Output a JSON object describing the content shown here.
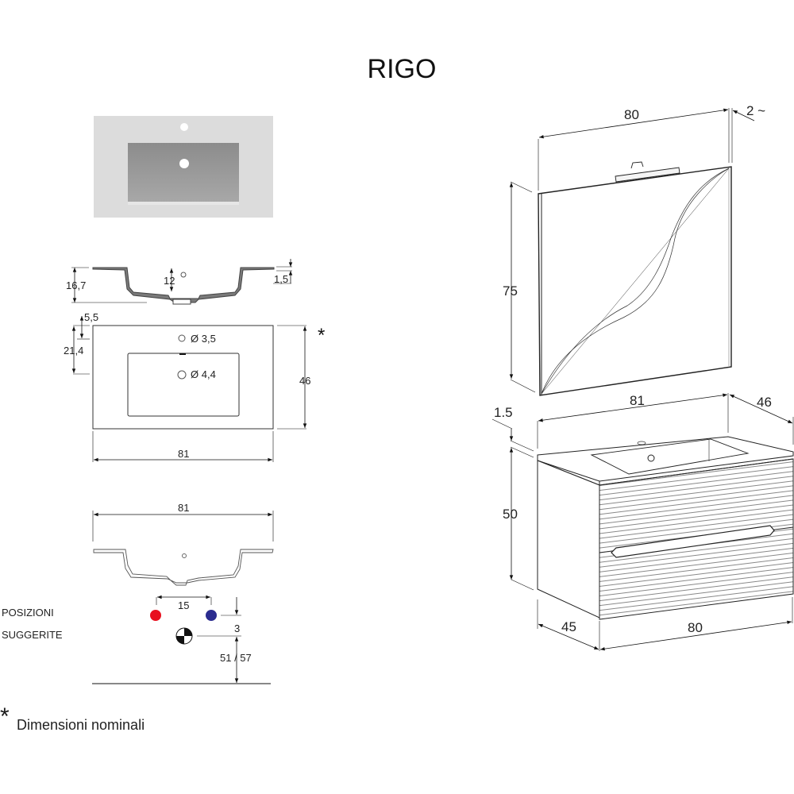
{
  "title": "RIGO",
  "basin_plan": {
    "overall_width": "81",
    "overall_depth": "46",
    "tap_hole_offset": "5,5",
    "drain_offset": "21,4",
    "tap_hole_diameter": "Ø 3,5",
    "drain_diameter": "Ø 4,4",
    "nominal_marker": "*"
  },
  "basin_section": {
    "total_height": "16,7",
    "bowl_depth": "12",
    "rim_thickness": "1,5"
  },
  "basin_front": {
    "width": "81",
    "tap_spacing": "15",
    "offset_small": "3",
    "height_to_floor": "51 / 57",
    "positions_label_line1": "POSIZIONI",
    "positions_label_line2": "SUGGERITE",
    "hot_color": "#e8101e",
    "cold_color": "#2b2c8f"
  },
  "mirror": {
    "width": "80",
    "height": "75",
    "depth": "2 ~"
  },
  "cabinet": {
    "top_width": "81",
    "top_depth": "46",
    "top_thickness": "1.5",
    "height": "50",
    "depth": "45",
    "width": "80"
  },
  "footnote": {
    "marker": "*",
    "text": "Dimensioni nominali"
  }
}
